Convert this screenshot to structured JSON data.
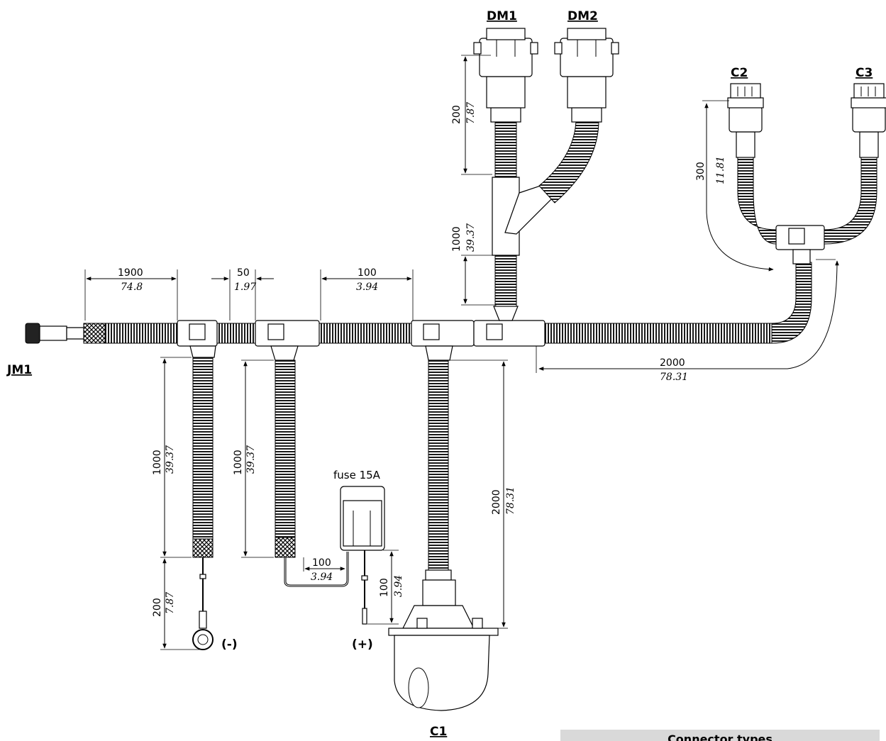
{
  "labels": {
    "jm1": "JM1",
    "dm1": "DM1",
    "dm2": "DM2",
    "c1": "C1",
    "c2": "C2",
    "c3": "C3",
    "minus": "(-)",
    "plus": "(+)",
    "fuse": "fuse 15A"
  },
  "dimensions": {
    "d1900": {
      "mm": "1900",
      "in": "74.8"
    },
    "d50": {
      "mm": "50",
      "in": "1.97"
    },
    "d100_top": {
      "mm": "100",
      "in": "3.94"
    },
    "d2000_right": {
      "mm": "2000",
      "in": "78.31"
    },
    "d200_dm": {
      "mm": "200",
      "in": "7.87"
    },
    "d1000_dm": {
      "mm": "1000",
      "in": "39.37"
    },
    "d300_c": {
      "mm": "300",
      "in": "11.81"
    },
    "d1000_a": {
      "mm": "1000",
      "in": "39.37"
    },
    "d1000_b": {
      "mm": "1000",
      "in": "39.37"
    },
    "d2000_c1": {
      "mm": "2000",
      "in": "78.31"
    },
    "d200_ring": {
      "mm": "200",
      "in": "7.87"
    },
    "d100_fuse_h": {
      "mm": "100",
      "in": "3.94"
    },
    "d100_fuse_v": {
      "mm": "100",
      "in": "3.94"
    }
  },
  "table": {
    "title": "Connector types"
  }
}
